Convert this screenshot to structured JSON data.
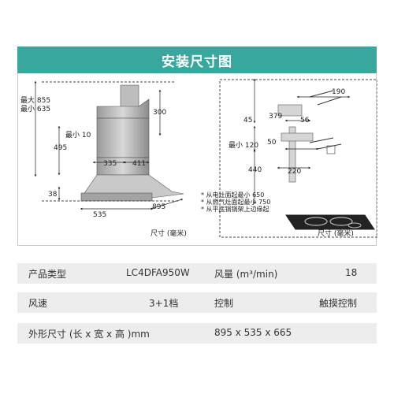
{
  "title": "安装尺寸图",
  "left_diagram": {
    "max_label": "最大 855",
    "min_label": "最小 635",
    "d300": "300",
    "min10": "最小 10",
    "d495": "495",
    "d335": "335",
    "d411": "411",
    "d38": "38",
    "d535": "535",
    "d895": "895",
    "notes": [
      "* 从电灶面起最小  650",
      "* 从燃气灶面起最小  750",
      "* 从平底锅锅架上边缘起"
    ],
    "unit": "尺寸 (毫米)"
  },
  "right_diagram": {
    "d190": "190",
    "d379": "379",
    "d45": "45",
    "d56": "56",
    "d50": "50",
    "min120": "最小 120",
    "d440": "440",
    "d220": "220",
    "unit": "尺寸 (毫米)"
  },
  "specs": {
    "row1": {
      "l1": "产品类型",
      "v1": "LC4DFA950W",
      "l2": "风量 (m³/min)",
      "v2": "18"
    },
    "row2": {
      "l1": "风速",
      "v1": "3+1档",
      "l2": "控制",
      "v2": "触摸控制"
    },
    "row3": {
      "l1": "外形尺寸 (长 x 宽 x 高 )mm",
      "v1": "895 x 535 x 665"
    }
  }
}
